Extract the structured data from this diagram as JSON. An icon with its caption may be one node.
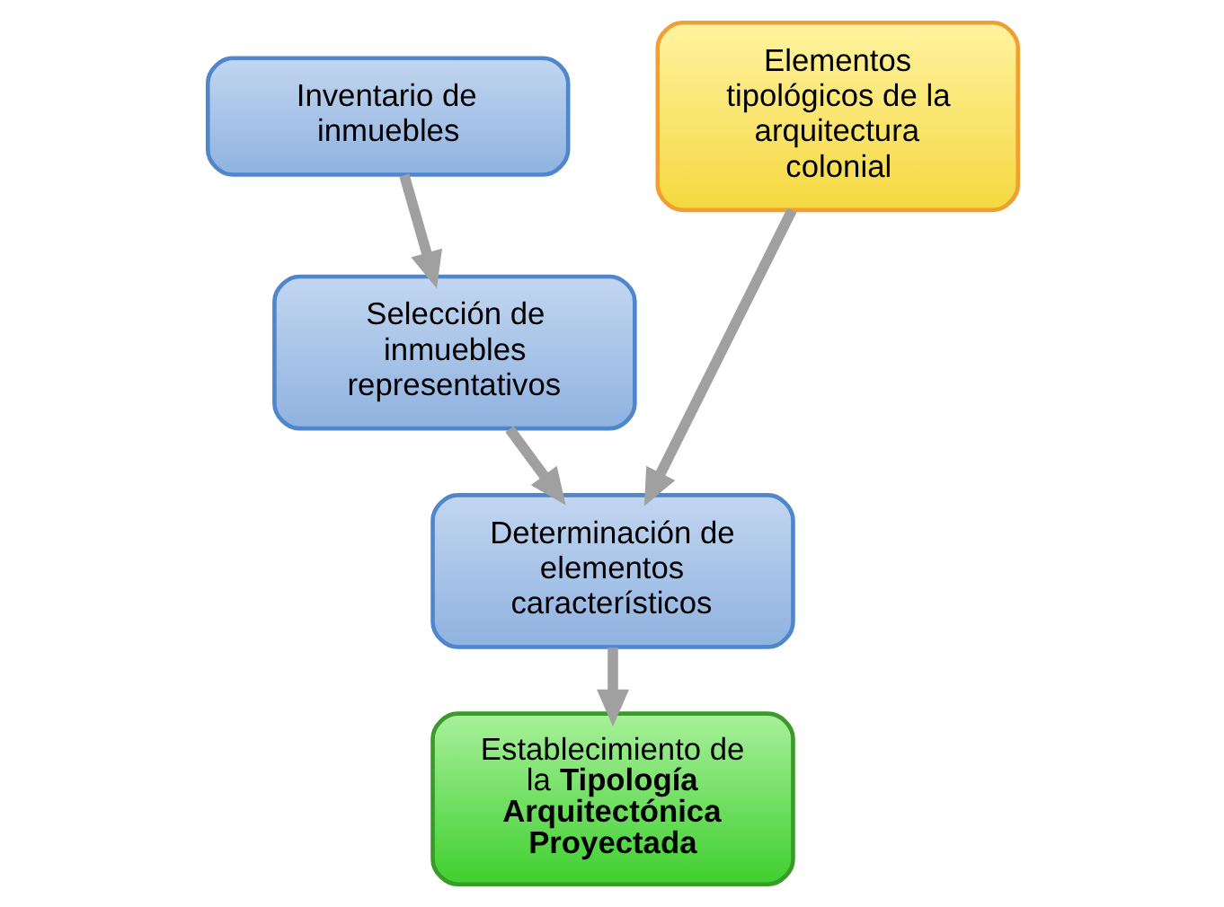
{
  "diagram": {
    "nodes": [
      {
        "text": [
          "Inventario de inmuebles"
        ]
      },
      {
        "text": [
          "Selección de inmuebles representativos"
        ]
      },
      {
        "text": [
          "Elementos tipológicos de la arquitectura colonial"
        ]
      },
      {
        "text": [
          "Determinación de elementos característicos"
        ]
      },
      {
        "text": [
          "Establecimiento de la **Tipología Arquitectónica Proyectada**"
        ]
      }
    ],
    "edges": [
      {
        "from": 0,
        "to": 1,
        "arrow": "to"
      },
      {
        "from": 1,
        "to": 3,
        "arrow": "to"
      },
      {
        "from": 2,
        "to": 3,
        "arrow": "to"
      },
      {
        "from": 3,
        "to": 4,
        "arrow": "to"
      }
    ]
  }
}
